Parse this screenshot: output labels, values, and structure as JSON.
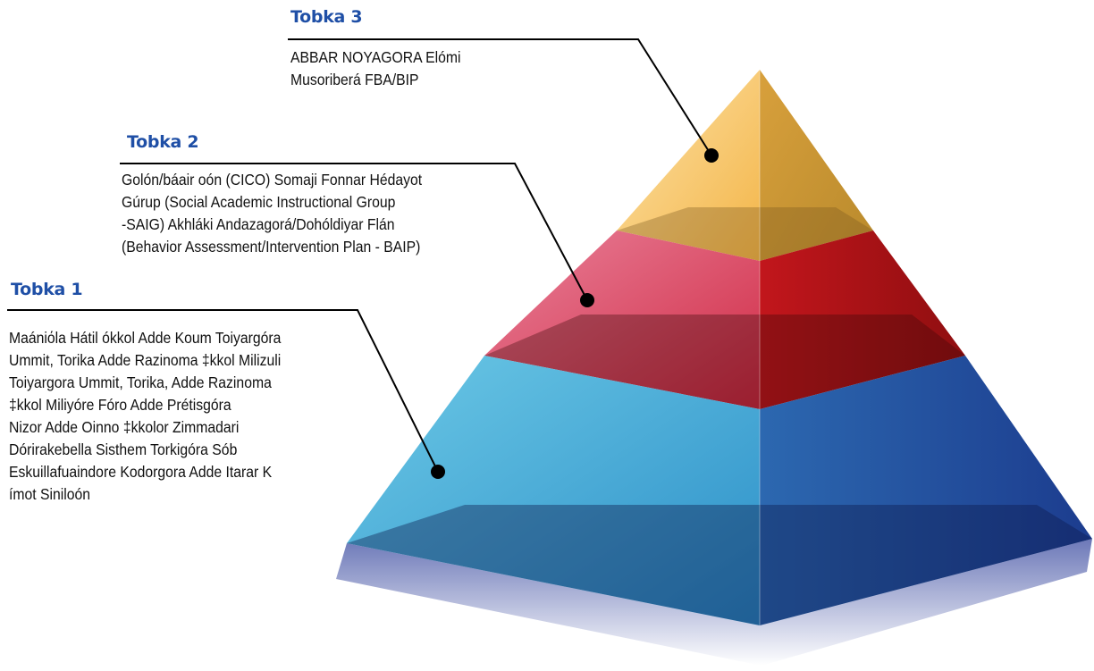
{
  "tiers": [
    {
      "heading": "Tobka 3",
      "lines": [
        "ABBAR NOYAGORA Elómi",
        "Musoriberá FBA/BIP"
      ]
    },
    {
      "heading": "Tobka 2",
      "lines": [
        "Golón/báair oón (CICO) Somaji Fonnar Hédayot",
        "Gúrup (Social Academic Instructional Group",
        "-SAIG) Akhláki Andazagorá/Dohóldiyar Flán",
        "(Behavior Assessment/Intervention Plan - BAIP)"
      ]
    },
    {
      "heading": "Tobka 1",
      "lines": [
        "Maániόla Hátil ókkol Adde Koum Toiyargóra",
        "Ummit, Torika Adde Razinoma ‡kkol Milizuli",
        "Toiyargora Ummit, Torika, Adde Razinoma",
        "‡kkol Miliyóre Fóro Adde Prétisgóra",
        "Nizor Adde Oinno ‡kkolor Zimmadari",
        "Dórirakebella Sisthem Torkigóra Sób",
        "Eskuillafuaindore Kodorgora Adde Itarar K",
        "ímot Siniloón"
      ]
    }
  ],
  "colors": {
    "heading": "#1f4fa6",
    "top_tier": "#f2b44a",
    "middle_tier": "#c8102e",
    "bottom_tier": "#1e5aa8",
    "marker": "#000000"
  }
}
